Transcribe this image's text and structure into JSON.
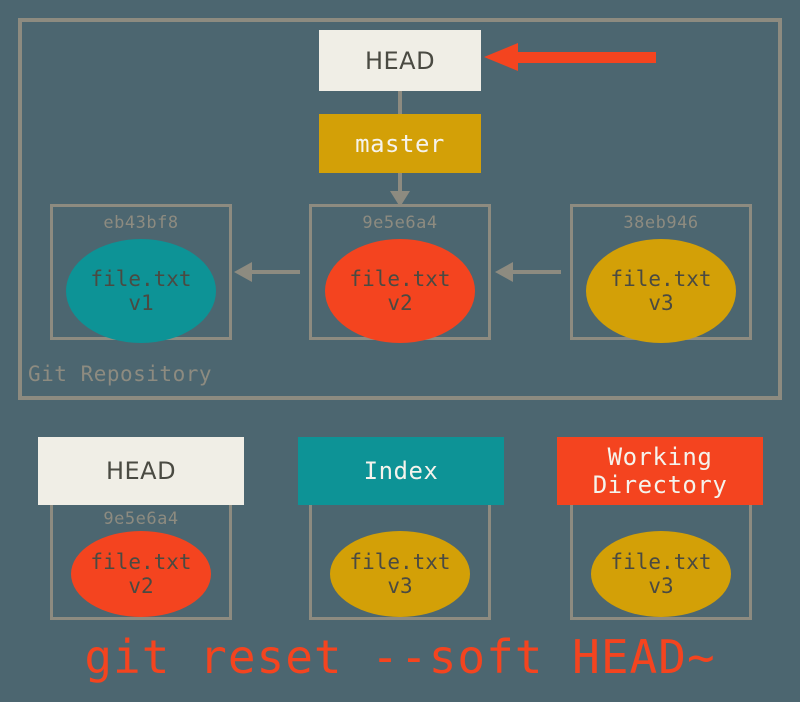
{
  "diagram": {
    "title": "git reset --soft HEAD~",
    "background_color": "#4c6670",
    "border_color": "#8d8b80"
  },
  "repository": {
    "label": "Git Repository",
    "head_box": {
      "label": "HEAD",
      "color": "#f0eee6"
    },
    "branch_box": {
      "label": "master",
      "color": "#d3a007"
    },
    "commits": [
      {
        "hash": "eb43bf8",
        "file": "file.txt",
        "version": "v1",
        "color": "#0d9396"
      },
      {
        "hash": "9e5e6a4",
        "file": "file.txt",
        "version": "v2",
        "color": "#f4441f"
      },
      {
        "hash": "38eb946",
        "file": "file.txt",
        "version": "v3",
        "color": "#d3a007"
      }
    ]
  },
  "trees": [
    {
      "name": "HEAD",
      "header_color": "#f0eee6",
      "hash": "9e5e6a4",
      "file": "file.txt",
      "version": "v2",
      "blob_color": "#f4441f"
    },
    {
      "name": "Index",
      "header_color": "#0d9396",
      "hash": "",
      "file": "file.txt",
      "version": "v3",
      "blob_color": "#d3a007"
    },
    {
      "name": "Working\nDirectory",
      "name_line1": "Working",
      "name_line2": "Directory",
      "header_color": "#f4441f",
      "hash": "",
      "file": "file.txt",
      "version": "v3",
      "blob_color": "#d3a007"
    }
  ],
  "caption": "git reset --soft HEAD~",
  "pointer_arrow": {
    "name": "head-pointer-arrow",
    "color": "#f4441f",
    "points_to": "HEAD"
  }
}
